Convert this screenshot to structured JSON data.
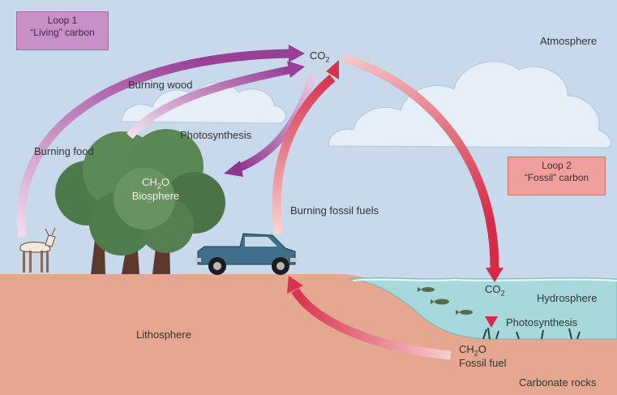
{
  "loop1": {
    "line1": "Loop 1",
    "line2": "“Living” carbon"
  },
  "loop2": {
    "line1": "Loop 2",
    "line2": "“Fossil” carbon"
  },
  "co2_top": {
    "main": "CO",
    "sub": "2"
  },
  "co2_water": {
    "main": "CO",
    "sub": "2"
  },
  "biosphere": {
    "formula_main": "CH",
    "formula_sub": "2",
    "formula_end": "O",
    "label": "Biosphere"
  },
  "fossil": {
    "formula_main": "CH",
    "formula_sub": "2",
    "formula_end": "O",
    "label": "Fossil fuel"
  },
  "labels": {
    "atmosphere": "Atmosphere",
    "burning_wood": "Burning wood",
    "photosynthesis_top": "Photosynthesis",
    "burning_food": "Burning food",
    "burning_fossil_fuels": "Burning fossil fuels",
    "hydrosphere": "Hydrosphere",
    "photosynthesis_water": "Photosynthesis",
    "lithosphere": "Lithosphere",
    "carbonate_rocks": "Carbonate rocks"
  },
  "colors": {
    "sky": "#c8d9ec",
    "ground": "#e5a78f",
    "water": "#a7d9dc",
    "loop1_box": "#c990c8",
    "loop2_box": "#f0a09c",
    "arrow_purple": "#a24a9f",
    "arrow_red": "#d9394f"
  }
}
